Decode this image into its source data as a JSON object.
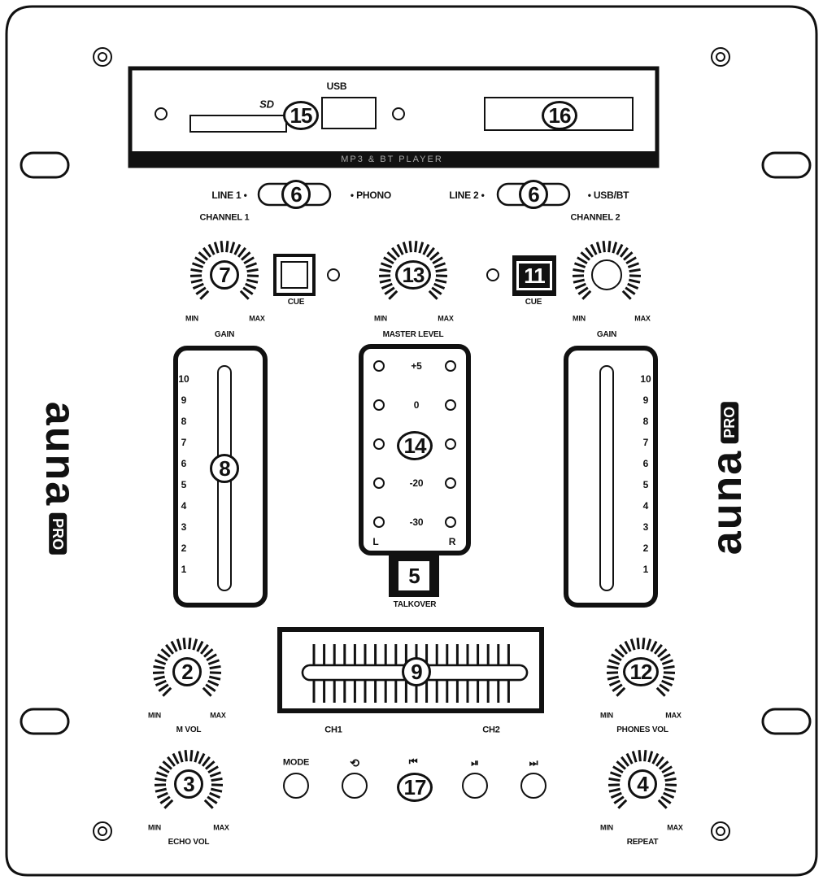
{
  "media": {
    "sd_label": "SD",
    "usb_label": "USB",
    "player_label": "MP3 & BT PLAYER"
  },
  "inputs": {
    "ch1_left": "LINE 1 •",
    "ch1_right": "• PHONO",
    "ch2_left": "LINE 2 •",
    "ch2_right": "• USB/BT",
    "channel1": "CHANNEL 1",
    "channel2": "CHANNEL 2"
  },
  "knobs": {
    "min": "MIN",
    "max": "MAX",
    "gain": "GAIN",
    "master_level": "MASTER LEVEL",
    "m_vol": "M VOL",
    "echo_vol": "ECHO VOL",
    "phones_vol": "PHONES VOL",
    "repeat": "REPEAT"
  },
  "buttons": {
    "cue": "CUE",
    "talkover": "TALKOVER",
    "mode": "MODE"
  },
  "vu_meter": {
    "levels": [
      "+5",
      "0",
      "",
      "-20",
      "-30"
    ],
    "left": "L",
    "right": "R"
  },
  "fader_scale": [
    "10",
    "9",
    "8",
    "7",
    "6",
    "5",
    "4",
    "3",
    "2",
    "1"
  ],
  "crossfader": {
    "ch1": "CH1",
    "ch2": "CH2"
  },
  "brand": {
    "name": "auna",
    "badge": "PRO"
  },
  "callouts": {
    "sd_slot": "15",
    "display": "16",
    "input_select_1": "6",
    "input_select_2": "6",
    "gain_1": "7",
    "master_level": "13",
    "cue_2": "11",
    "fader_1": "8",
    "vu_meter": "14",
    "talkover": "5",
    "m_vol": "2",
    "crossfader": "9",
    "phones_vol": "12",
    "echo_vol": "3",
    "transport": "17",
    "repeat": "4"
  },
  "icons": {
    "repeat": "repeat-icon",
    "prev": "skip-back-icon",
    "play_pause": "play-pause-icon",
    "next": "skip-forward-icon"
  }
}
